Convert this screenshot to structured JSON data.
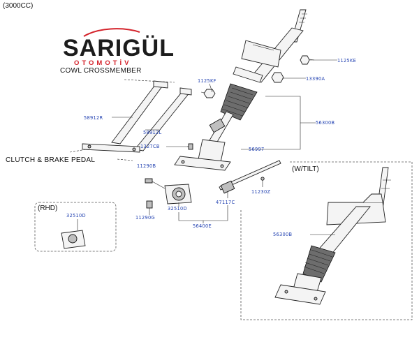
{
  "header": {
    "engine_label": "(3000CC)"
  },
  "logo": {
    "main_text": "SARIGÜL",
    "sub_text": "OTOMOTİV",
    "colors": {
      "main": "#1c1c1c",
      "accent": "#d4232b"
    }
  },
  "sections": {
    "cowl_crossmember": "COWL CROSSMEMBER",
    "clutch_brake_pedal": "CLUTCH & BRAKE  PEDAL",
    "rhd_box_title": "(RHD)",
    "tilt_box_title": "(W/TILT)"
  },
  "parts": {
    "p1125KE": "1125KE",
    "p13390A": "13390A",
    "p1125KF": "1125KF",
    "p56300B_main": "56300B",
    "p58912R": "58912R",
    "p58912L": "58912L",
    "p1327CB": "1327CB",
    "p56997": "56997",
    "p11290B": "11290B",
    "p11230Z": "11230Z",
    "p32510D_main": "32510D",
    "p47117C": "47117C",
    "p11290G": "11290G",
    "p56400E": "56400E",
    "p32510D_rhd": "32510D",
    "p56300B_tilt": "56300B"
  },
  "colors": {
    "label_blue": "#1f3fb0",
    "line": "#222222",
    "boot": "#6d6d6d"
  }
}
